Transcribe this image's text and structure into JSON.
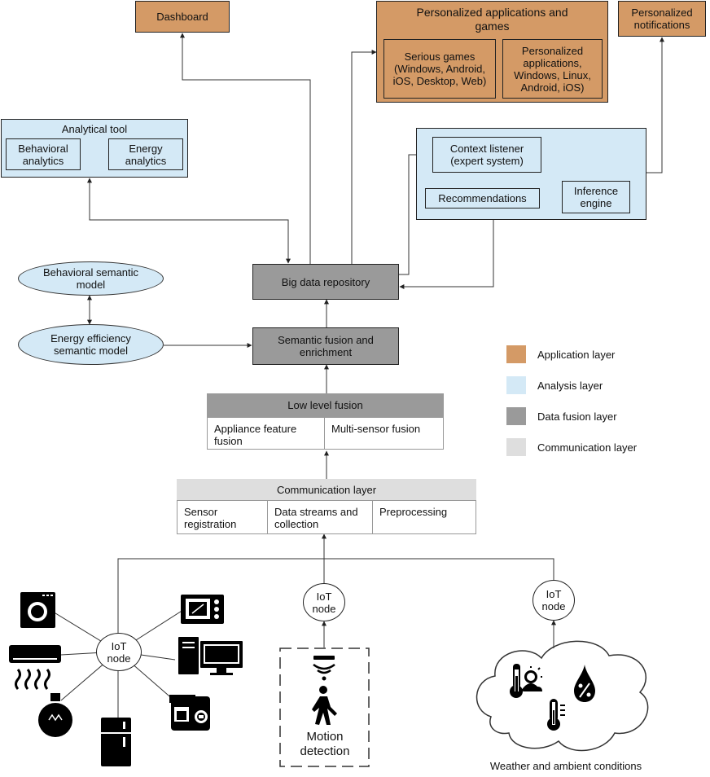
{
  "application": {
    "dashboard": "Dashboard",
    "personalized_apps": {
      "title": "Personalized applications and games",
      "serious_games": "Serious games (Windows, Android, iOS, Desktop, Web)",
      "personalized_applications": "Personalized applications, Windows, Linux, Android, iOS)"
    },
    "notifications": "Personalized notifications"
  },
  "analysis": {
    "analytical_tool": {
      "title": "Analytical tool",
      "behavioral": "Behavioral analytics",
      "energy": "Energy analytics"
    },
    "expert": {
      "context_listener": "Context listener (expert system)",
      "recommendations": "Recommendations",
      "inference_engine": "Inference engine"
    },
    "behavioral_model": "Behavioral semantic model",
    "energy_model": "Energy efficiency semantic model"
  },
  "fusion": {
    "big_data": "Big data repository",
    "semantic_fusion": "Semantic fusion and enrichment",
    "low_level": {
      "title": "Low level fusion",
      "appliance": "Appliance feature fusion",
      "multi_sensor": "Multi-sensor fusion"
    }
  },
  "communication": {
    "title": "Communication layer",
    "sensor_registration": "Sensor registration",
    "data_streams": "Data streams and collection",
    "preprocessing": "Preprocessing"
  },
  "iot": {
    "node_label": "IoT node",
    "motion": "Motion detection",
    "weather": "Weather and ambient conditions"
  },
  "legend": [
    {
      "label": "Application layer",
      "color": "#d49a66"
    },
    {
      "label": "Analysis layer",
      "color": "#d4e9f6"
    },
    {
      "label": "Data fusion layer",
      "color": "#9a9a9a"
    },
    {
      "label": "Communication layer",
      "color": "#dedede"
    }
  ],
  "icons": [
    "washing-machine-icon",
    "microwave-icon",
    "air-conditioner-icon",
    "computer-icon",
    "light-bulb-icon",
    "refrigerator-icon",
    "coffee-machine-icon",
    "motion-sensor-icon",
    "thermometer-sun-icon",
    "humidity-icon",
    "thermometer-icon"
  ]
}
